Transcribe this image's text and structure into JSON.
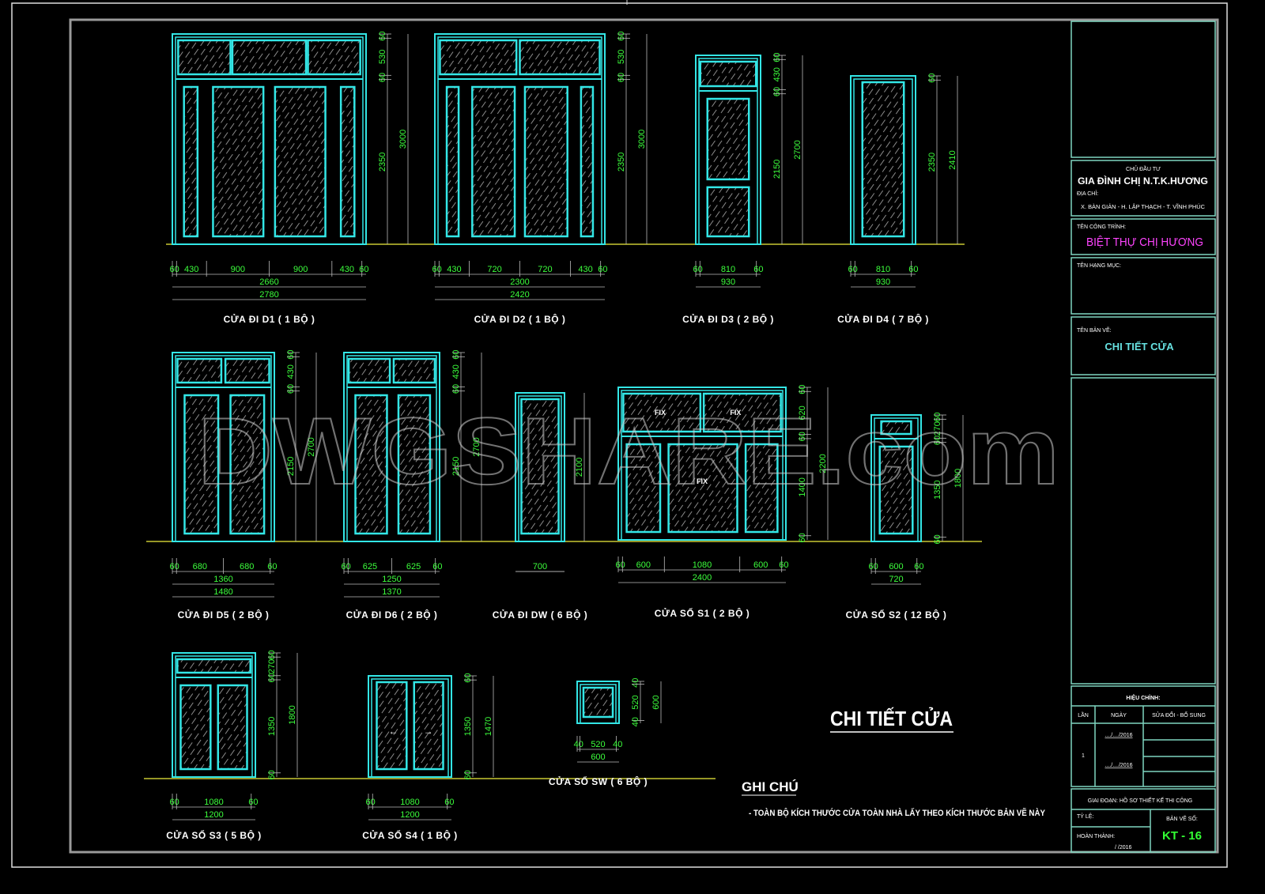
{
  "watermark": "DWGSHARE.com",
  "items": [
    {
      "id": "d1",
      "label": "CỬA ĐI D1 ( 1 BỘ )",
      "width_dims": [
        "60",
        "430",
        "900",
        "900",
        "430",
        "60"
      ],
      "width_totals": [
        "2660",
        "2780"
      ],
      "height_dims": [
        "60",
        "530",
        "60",
        "2350"
      ],
      "height_total": "3000"
    },
    {
      "id": "d2",
      "label": "CỬA ĐI D2 ( 1 BỘ )",
      "width_dims": [
        "60",
        "430",
        "720",
        "720",
        "430",
        "60"
      ],
      "width_totals": [
        "2300",
        "2420"
      ],
      "height_dims": [
        "60",
        "530",
        "60",
        "2350"
      ],
      "height_total": "3000"
    },
    {
      "id": "d3",
      "label": "CỬA ĐI D3 ( 2 BỘ )",
      "width_dims": [
        "60",
        "810",
        "60"
      ],
      "width_totals": [
        "930"
      ],
      "height_dims": [
        "60",
        "430",
        "60",
        "2150"
      ],
      "height_total": "2700"
    },
    {
      "id": "d4",
      "label": "CỬA ĐI D4 ( 7 BỘ )",
      "width_dims": [
        "60",
        "810",
        "60"
      ],
      "width_totals": [
        "930"
      ],
      "height_dims": [
        "60",
        "2350"
      ],
      "height_total": "2410"
    },
    {
      "id": "d5",
      "label": "CỬA ĐI D5 ( 2 BỘ )",
      "width_dims": [
        "60",
        "680",
        "680",
        "60"
      ],
      "width_totals": [
        "1360",
        "1480"
      ],
      "height_dims": [
        "60",
        "430",
        "60",
        "2150"
      ],
      "height_total": "2700"
    },
    {
      "id": "d6",
      "label": "CỬA ĐI D6 ( 2 BỘ )",
      "width_dims": [
        "60",
        "625",
        "625",
        "60"
      ],
      "width_totals": [
        "1250",
        "1370"
      ],
      "height_dims": [
        "60",
        "430",
        "60",
        "2150"
      ],
      "height_total": "2700"
    },
    {
      "id": "dw",
      "label": "CỬA ĐI DW ( 6 BỘ )",
      "width_dims": [],
      "width_totals": [
        "700"
      ],
      "height_dims": [],
      "height_total": "2100"
    },
    {
      "id": "s1",
      "label": "CỬA SỔ S1 ( 2 BỘ )",
      "width_dims": [
        "60",
        "600",
        "1080",
        "600",
        "60"
      ],
      "width_totals": [
        "2400"
      ],
      "height_dims": [
        "60",
        "620",
        "60",
        "1400",
        "60"
      ],
      "height_total": "2200",
      "panel_text": "FIX"
    },
    {
      "id": "s2",
      "label": "CỬA SỔ S2 ( 12 BỘ )",
      "width_dims": [
        "60",
        "600",
        "60"
      ],
      "width_totals": [
        "720"
      ],
      "height_dims": [
        "60",
        "270",
        "60",
        "1350",
        "60"
      ],
      "height_total": "1800"
    },
    {
      "id": "s3",
      "label": "CỬA SỔ S3 ( 5 BỘ )",
      "width_dims": [
        "60",
        "1080",
        "60"
      ],
      "width_totals": [
        "1200"
      ],
      "height_dims": [
        "60",
        "270",
        "60",
        "1350",
        "60"
      ],
      "height_total": "1800"
    },
    {
      "id": "s4",
      "label": "CỬA SỔ S4 ( 1 BỘ )",
      "width_dims": [
        "60",
        "1080",
        "60"
      ],
      "width_totals": [
        "1200"
      ],
      "height_dims": [
        "60",
        "1350",
        "60"
      ],
      "height_total": "1470"
    },
    {
      "id": "sw",
      "label": "CỬA SỔ SW ( 6 BỘ )",
      "width_dims": [
        "40",
        "520",
        "40"
      ],
      "width_totals": [
        "600"
      ],
      "height_dims": [
        "40",
        "520",
        "40"
      ],
      "height_total": "600"
    }
  ],
  "drawing_title": "CHI TIẾT CỬA",
  "notes": {
    "heading": "GHI CHÚ",
    "lines": [
      "- TOÀN BỘ KÍCH THƯỚC CỬA TOÀN NHÀ LẤY THEO KÍCH THƯỚC BẢN VẼ NÀY"
    ]
  },
  "title_block": {
    "owner_label": "CHỦ ĐẦU TƯ",
    "owner": "GIA ĐÌNH CHỊ N.T.K.HƯƠNG",
    "address_label": "ĐỊA CHỈ:",
    "address": "X. BÀN GIẢN - H. LẬP THẠCH - T. VĨNH PHÚC",
    "project_label": "TÊN CÔNG TRÌNH:",
    "project": "BIỆT THỰ CHỊ HƯƠNG",
    "category_label": "TÊN HẠNG MỤC:",
    "sheet_name_label": "TÊN BẢN VẼ:",
    "sheet_name": "CHI TIẾT CỬA",
    "revision_label": "HIỆU CHỈNH:",
    "revision_headers": [
      "LẦN",
      "NGÀY",
      "SỬA ĐỔI - BỔ SUNG"
    ],
    "revision_no": "1",
    "revision_dates": [
      "..../..../2016",
      "..../..../2016"
    ],
    "phase": "GIAI ĐOẠN: HỒ SƠ THIẾT KẾ THI CÔNG",
    "scale_label": "TỶ LỆ:",
    "complete_label": "HOÀN THÀNH:",
    "complete_date": "/     /2016",
    "sheet_no_label": "BẢN VẼ SỐ:",
    "sheet_no": "KT - 16"
  },
  "colors": {
    "frame": "#33e6e6",
    "dim": "#3cff3c",
    "ground": "#c8c832",
    "project": "#ff44ff",
    "sheet_no": "#33ff33",
    "sheet_name": "#66e0e0",
    "border": "#a0a0a0"
  }
}
